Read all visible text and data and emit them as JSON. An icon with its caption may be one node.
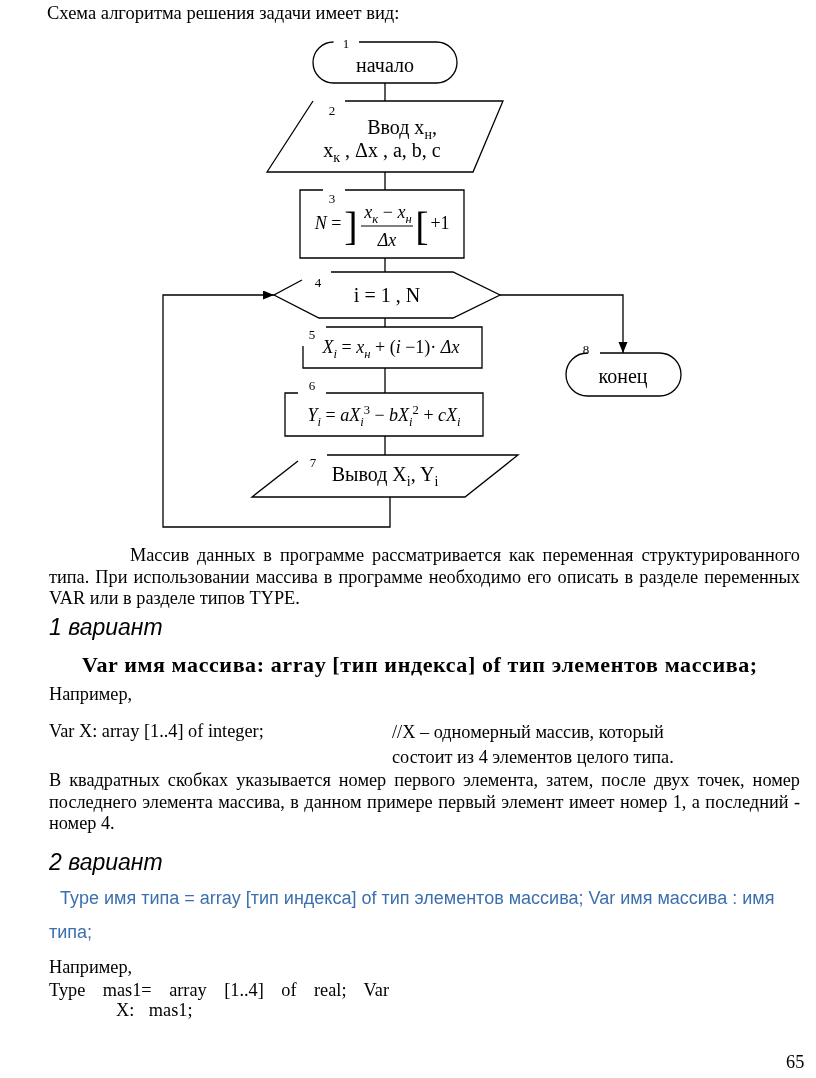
{
  "diagram": {
    "title": "Схема алгоритма решения задачи имеет вид:",
    "nodes": [
      {
        "text": [
          "1",
          "начало"
        ]
      },
      {
        "text": [
          "2",
          "Ввод x$_{н}$,",
          "x$_{к}$ , Δx , a, b, c"
        ]
      },
      {
        "text": [
          "3",
          "*N* =",
          "]",
          "*x*$_{к}$ − *x*$_{н}$",
          "Δx",
          "[",
          "+1"
        ]
      },
      {
        "text": [
          "4",
          "i = 1 , N"
        ]
      },
      {
        "text": [
          "5",
          "*X*$_{i}$ = *x*$_{н}$ + (*i* −1)· *Δx*"
        ]
      },
      {
        "text": [
          "*Y*$_{i}$ = *aX*$_{i}$$^{3}$ − *bX*$_{i}$$^{2}$ + *cX*$_{i}$"
        ],
        "beside": [
          "6"
        ]
      },
      {
        "text": [
          "7",
          "Вывод X$_{i}$, Y$_{i}$"
        ]
      },
      {
        "text": [
          "конец"
        ],
        "beside": [
          "8"
        ]
      }
    ],
    "edges": [
      {
        "from": 0,
        "to": 1,
        "arrow": "none"
      },
      {
        "from": 1,
        "to": 2,
        "arrow": "none"
      },
      {
        "from": 2,
        "to": 3,
        "arrow": "none"
      },
      {
        "from": 3,
        "to": 4,
        "arrow": "none"
      },
      {
        "from": 4,
        "to": 5,
        "arrow": "none"
      },
      {
        "from": 5,
        "to": 6,
        "arrow": "none"
      },
      {
        "from": 6,
        "to": 3,
        "arrow": "to"
      },
      {
        "from": 3,
        "to": 7,
        "arrow": "to"
      }
    ],
    "labels": [
      "Массив данных в программе рассматривается как переменная структурированного типа. При использовании массива в программе необходимо его описать в разделе переменных VAR или в разделе типов TYPE.",
      "1 вариант",
      "Var имя массива: array [тип индекса] of тип элементов массива;",
      "Например,",
      "Var X: array [1..4] of integer;",
      "//X – одномерный массив, который состоит из 4 элементов целого типа.",
      "В квадратных скобках указывается номер первого элемента, затем, после двух точек, номер последнего элемента массива, в данном примере первый элемент имеет номер 1, а последний - номер 4.",
      "2 вариант",
      "Type имя типа = array [тип индекса] of тип элементов массива; Var имя массива : имя типа;",
      "Например,",
      "Type mas1= array [1..4] of real; Var X: mas1;",
      "65"
    ]
  }
}
